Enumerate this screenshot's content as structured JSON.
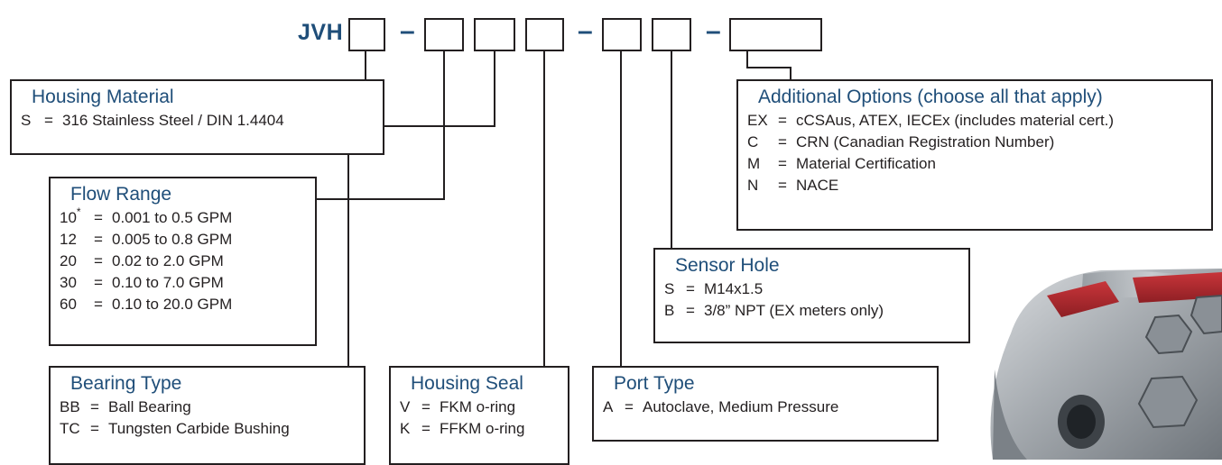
{
  "model": {
    "prefix": "JVH",
    "separator": "–"
  },
  "sections": {
    "housing_material": {
      "title": "Housing Material",
      "rows": [
        {
          "code": "S",
          "desc": "316 Stainless Steel / DIN 1.4404"
        }
      ]
    },
    "flow_range": {
      "title": "Flow Range",
      "rows": [
        {
          "code": "10",
          "sup": "*",
          "desc": "0.001 to 0.5 GPM"
        },
        {
          "code": "12",
          "desc": "0.005 to 0.8 GPM"
        },
        {
          "code": "20",
          "desc": "0.02 to 2.0 GPM"
        },
        {
          "code": "30",
          "desc": "0.10 to 7.0 GPM"
        },
        {
          "code": "60",
          "desc": "0.10 to 20.0 GPM"
        }
      ]
    },
    "bearing_type": {
      "title": "Bearing Type",
      "rows": [
        {
          "code": "BB",
          "desc": "Ball Bearing"
        },
        {
          "code": "TC",
          "desc": "Tungsten Carbide Bushing"
        }
      ]
    },
    "housing_seal": {
      "title": "Housing Seal",
      "rows": [
        {
          "code": "V",
          "desc": "FKM o-ring"
        },
        {
          "code": "K",
          "desc": "FFKM o-ring"
        }
      ]
    },
    "port_type": {
      "title": "Port Type",
      "rows": [
        {
          "code": "A",
          "desc": "Autoclave, Medium Pressure"
        }
      ]
    },
    "sensor_hole": {
      "title": "Sensor Hole",
      "rows": [
        {
          "code": "S",
          "desc": "M14x1.5"
        },
        {
          "code": "B",
          "desc": "3/8” NPT (EX meters only)"
        }
      ]
    },
    "additional_options": {
      "title": "Additional Options (choose all that apply)",
      "rows": [
        {
          "code": "EX",
          "desc": "cCSAus, ATEX, IECEx (includes material cert.)"
        },
        {
          "code": "C",
          "desc": "CRN (Canadian Registration Number)"
        },
        {
          "code": "M",
          "desc": "Material Certification"
        },
        {
          "code": "N",
          "desc": "NACE"
        }
      ]
    }
  },
  "common": {
    "equals": "="
  },
  "colors": {
    "heading": "#1f4e79",
    "text": "#231f20",
    "line": "#231f20"
  },
  "image": {
    "subject": "stainless-steel-flow-meter-photo"
  }
}
